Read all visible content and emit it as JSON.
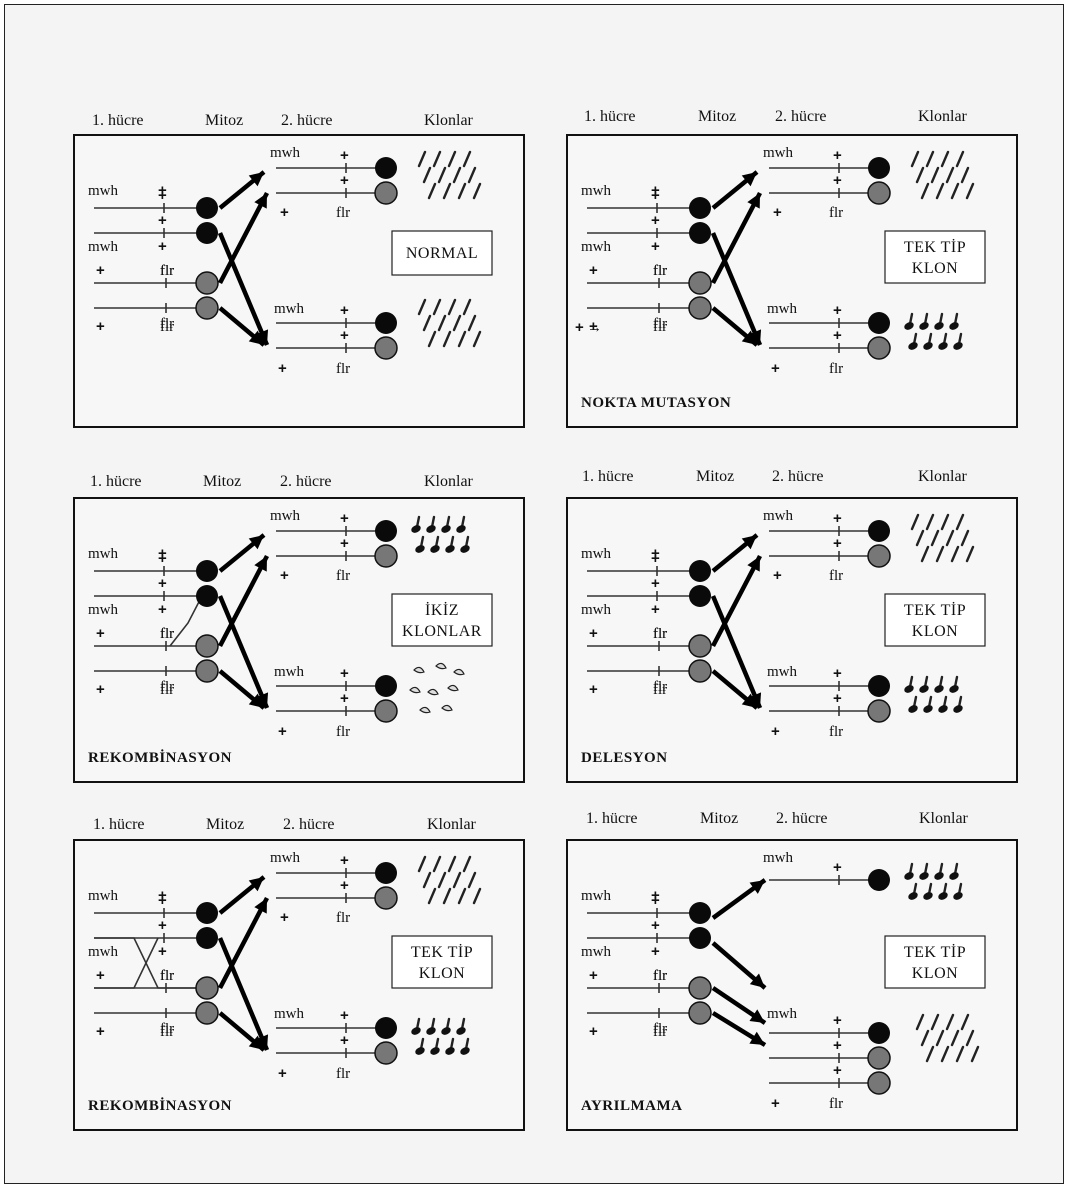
{
  "headers": {
    "cell1": "1. hücre",
    "mitosis": "Mitoz",
    "cell2": "2. hücre",
    "clones": "Klonlar"
  },
  "markers": {
    "mwh": "mwh",
    "flr": "flr",
    "plus": "+",
    "arrow": "→"
  },
  "panels": [
    {
      "title": "",
      "box_lines": [
        "NORMAL"
      ]
    },
    {
      "title": "NOKTA MUTASYON",
      "box_lines": [
        "TEK TİP",
        "KLON"
      ]
    },
    {
      "title": "REKOMBİNASYON",
      "box_lines": [
        "İKİZ",
        "KLONLAR"
      ]
    },
    {
      "title": "DELESYON",
      "box_lines": [
        "TEK TİP",
        "KLON"
      ]
    },
    {
      "title": "REKOMBİNASYON",
      "box_lines": [
        "TEK TİP",
        "KLON"
      ]
    },
    {
      "title": "AYRILMAMA",
      "box_lines": [
        "TEK TİP",
        "KLON"
      ]
    }
  ],
  "colors": {
    "frame": "#222222",
    "chromosome_dark": "#0a0a0a",
    "chromosome_gray": "#777777",
    "background": "#f4f4f4"
  }
}
